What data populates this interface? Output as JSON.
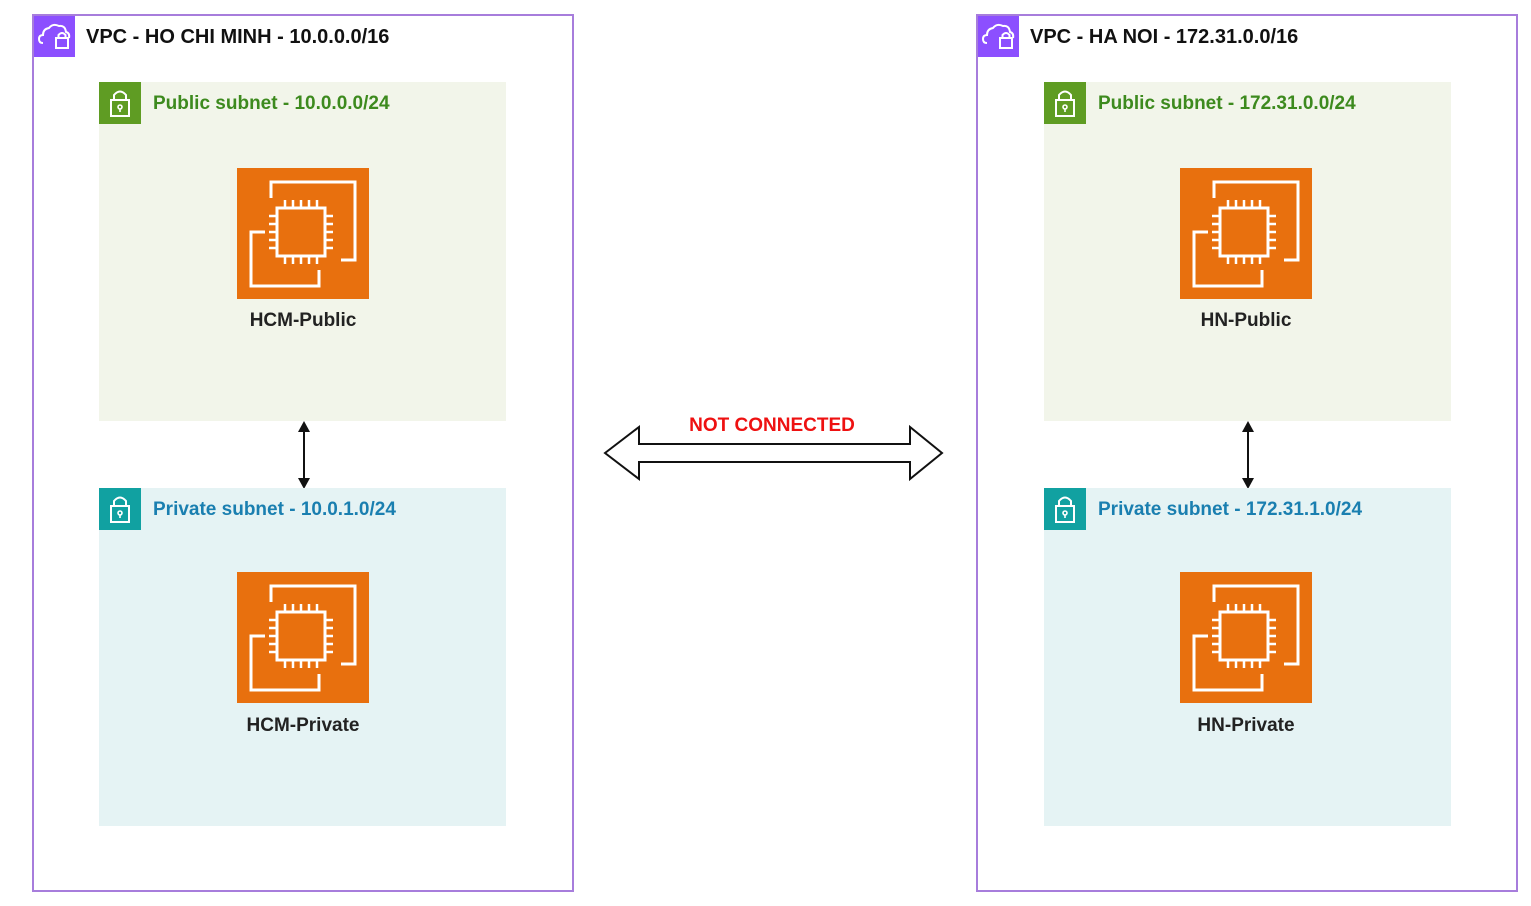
{
  "colors": {
    "vpc_border": "#a77ddc",
    "vpc_icon": "#8c4fff",
    "public_subnet_bg": "#f2f5ea",
    "public_subnet_icon": "#5f9c23",
    "public_subnet_text": "#3d8a1e",
    "private_subnet_bg": "#e5f3f4",
    "private_subnet_icon": "#11a1a1",
    "private_subnet_text": "#1a7fb0",
    "ec2": "#e8700e",
    "not_connected_text": "#ee1111"
  },
  "vpcs": [
    {
      "title": "VPC - HO CHI MINH - 10.0.0.0/16",
      "icon": "vpc-cloud-lock-icon",
      "public_subnet": {
        "title": "Public subnet - 10.0.0.0/24",
        "icon": "padlock-icon",
        "instance": {
          "label": "HCM-Public",
          "icon": "ec2-instance-icon"
        }
      },
      "private_subnet": {
        "title": "Private subnet - 10.0.1.0/24",
        "icon": "padlock-icon",
        "instance": {
          "label": "HCM-Private",
          "icon": "ec2-instance-icon"
        }
      }
    },
    {
      "title": "VPC - HA NOI - 172.31.0.0/16",
      "icon": "vpc-cloud-lock-icon",
      "public_subnet": {
        "title": "Public subnet - 172.31.0.0/24",
        "icon": "padlock-icon",
        "instance": {
          "label": "HN-Public",
          "icon": "ec2-instance-icon"
        }
      },
      "private_subnet": {
        "title": "Private subnet - 172.31.1.0/24",
        "icon": "padlock-icon",
        "instance": {
          "label": "HN-Private",
          "icon": "ec2-instance-icon"
        }
      }
    }
  ],
  "link": {
    "label": "NOT CONNECTED",
    "arrow": "double-headed-arrow"
  }
}
